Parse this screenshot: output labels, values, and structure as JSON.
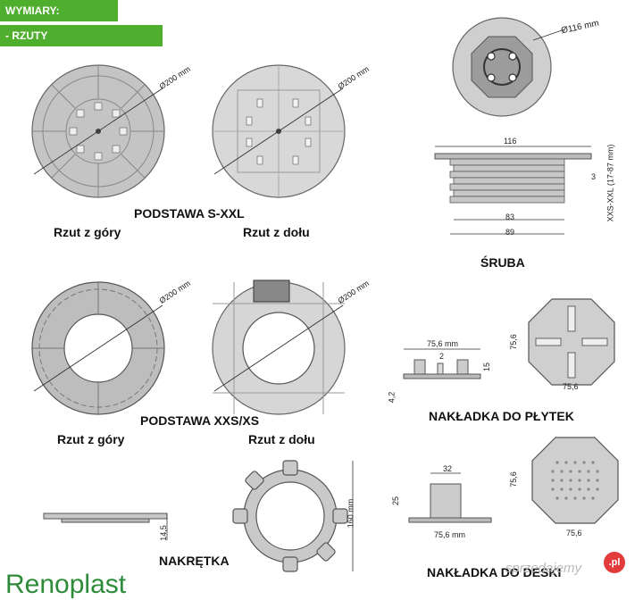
{
  "header": {
    "band1": "WYMIARY:",
    "band2": "- RZUTY"
  },
  "labels": {
    "podstawa_sxxl": "PODSTAWA S-XXL",
    "rzut_gory_1": "Rzut z góry",
    "rzut_dolu_1": "Rzut z dołu",
    "podstawa_xxsxs": "PODSTAWA XXS/XS",
    "rzut_gory_2": "Rzut z góry",
    "rzut_dolu_2": "Rzut z dołu",
    "nakretka": "NAKRĘTKA",
    "sruba": "ŚRUBA",
    "nakladka_plytek": "NAKŁADKA DO PŁYTEK",
    "nakladka_deski": "NAKŁADKA DO DESKI"
  },
  "dims": {
    "d200_1": "Ø200 mm",
    "d200_2": "Ø200 mm",
    "d200_3": "Ø200 mm",
    "d200_4": "Ø200 mm",
    "d116": "Ø116 mm",
    "s116": "116",
    "s3": "3",
    "s83": "83",
    "s89": "89",
    "sxxs": "XXS-XXL (17-87 mm)",
    "p756a": "75,6 mm",
    "p2": "2",
    "p15": "15",
    "p42": "4,2",
    "p756b": "75,6",
    "p756c": "75,6",
    "k32": "32",
    "k25": "25",
    "k756a": "75,6 mm",
    "k756b": "75,6",
    "k756c": "75,6",
    "n145": "14,5",
    "n160": "160 mm"
  },
  "brand": {
    "logo": "Renoplast",
    "watermark": "sprzedajemy",
    "badge": ".pl"
  },
  "colors": {
    "green": "#4fae2e",
    "logo": "#2e8b3a",
    "part": "#c9c9c9",
    "stroke": "#555555"
  }
}
